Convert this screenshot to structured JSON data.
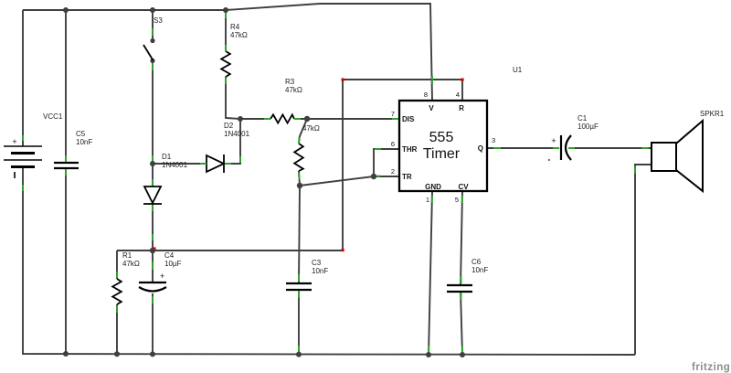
{
  "canvas": {
    "watermark": "fritzing",
    "background": "#ffffff"
  },
  "colors": {
    "wire": "#3f3f3f",
    "component_outline": "#000000",
    "connection_green": "#2aa52a",
    "wire_end_red": "#dd0000",
    "label_text": "#1c1c1c",
    "watermark_gray": "#8d8d8d"
  },
  "components": {
    "vcc1": {
      "label": "VCC1",
      "plus": "+"
    },
    "c5": {
      "label": "C5",
      "value": "10nF"
    },
    "s3": {
      "label": "S3"
    },
    "r4": {
      "label": "R4",
      "value": "47kΩ"
    },
    "r3": {
      "label": "R3",
      "value": "47kΩ"
    },
    "r2": {
      "value": "47kΩ"
    },
    "d2": {
      "label": "D2",
      "value": "1N4001"
    },
    "d1": {
      "label": "D1",
      "value": "1N4001"
    },
    "r1": {
      "label": "R1",
      "value": "47kΩ"
    },
    "c4": {
      "label": "C4",
      "value": "10µF",
      "plus": "+"
    },
    "c3": {
      "label": "C3",
      "value": "10nF"
    },
    "c6": {
      "label": "C6",
      "value": "10nF"
    },
    "c1": {
      "label": "C1",
      "value": "100µF",
      "plus": "+"
    },
    "spkr1": {
      "label": "SPKR1"
    },
    "u1": {
      "label": "U1",
      "title_line1": "555",
      "title_line2": "Timer",
      "pins": {
        "v": {
          "number": "8",
          "name": "V"
        },
        "reset": {
          "number": "4",
          "name": "R"
        },
        "dis": {
          "number": "7",
          "name": "DIS"
        },
        "thr": {
          "number": "6",
          "name": "THR"
        },
        "tr": {
          "number": "2",
          "name": "TR"
        },
        "out": {
          "number": "3",
          "name": "Q"
        },
        "gnd": {
          "number": "1",
          "name": "GND"
        },
        "cv": {
          "number": "5",
          "name": "CV"
        }
      }
    }
  }
}
